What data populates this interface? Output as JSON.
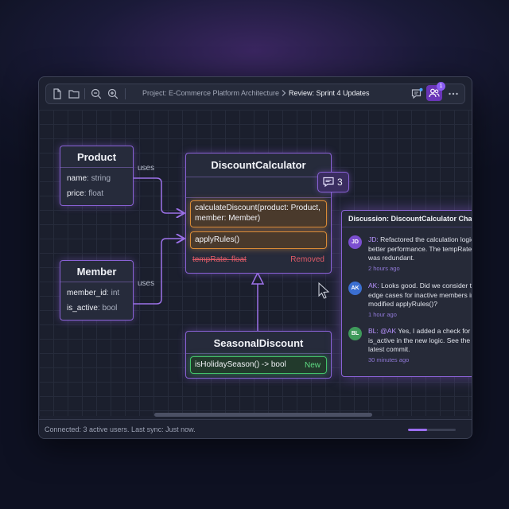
{
  "toolbar": {
    "breadcrumb_project": "Project: E-Commerce Platform Architecture",
    "breadcrumb_review": "Review: Sprint 4 Updates",
    "users_badge": "1"
  },
  "diagram": {
    "product": {
      "title": "Product",
      "attrs": [
        {
          "name": "name",
          "type": "string"
        },
        {
          "name": "price",
          "type": "float"
        }
      ]
    },
    "member": {
      "title": "Member",
      "attrs": [
        {
          "name": "member_id",
          "type": "int"
        },
        {
          "name": "is_active",
          "type": "bool"
        }
      ]
    },
    "discount": {
      "title": "DiscountCalculator",
      "methods": [
        "calculateDiscount(product: Product, member: Member)",
        "applyRules()"
      ],
      "removed_attr": "tempRate: float",
      "removed_label": "Removed"
    },
    "seasonal": {
      "title": "SeasonalDiscount",
      "method": "isHolidaySeason() -> bool",
      "new_label": "New"
    },
    "uses_label": "uses",
    "comment_count": "3"
  },
  "discussion": {
    "title": "Discussion: DiscountCalculator Changes",
    "comments": [
      {
        "initials": "JD",
        "color": "#7b4fd0",
        "author": "JD:",
        "mention": "",
        "text": "Refactored the calculation logic for better performance. The tempRate field was redundant.",
        "time": "2 hours ago"
      },
      {
        "initials": "AK",
        "color": "#3b6fd1",
        "author": "AK:",
        "mention": "",
        "text": "Looks good. Did we consider the edge cases for inactive members in the modified applyRules()?",
        "time": "1 hour ago"
      },
      {
        "initials": "BL",
        "color": "#3f9a5b",
        "author": "BL:",
        "mention": "@AK",
        "text": "Yes, I added a check for is_active in the new logic. See the latest commit.",
        "time": "30 minutes ago"
      }
    ]
  },
  "status": {
    "text": "Connected: 3 active users. Last sync: Just now.",
    "progress": 0.4
  },
  "colors": {
    "accent": "#8a62d6",
    "changed": "#d98b36",
    "added": "#43c46a",
    "removed": "#e25b68"
  }
}
